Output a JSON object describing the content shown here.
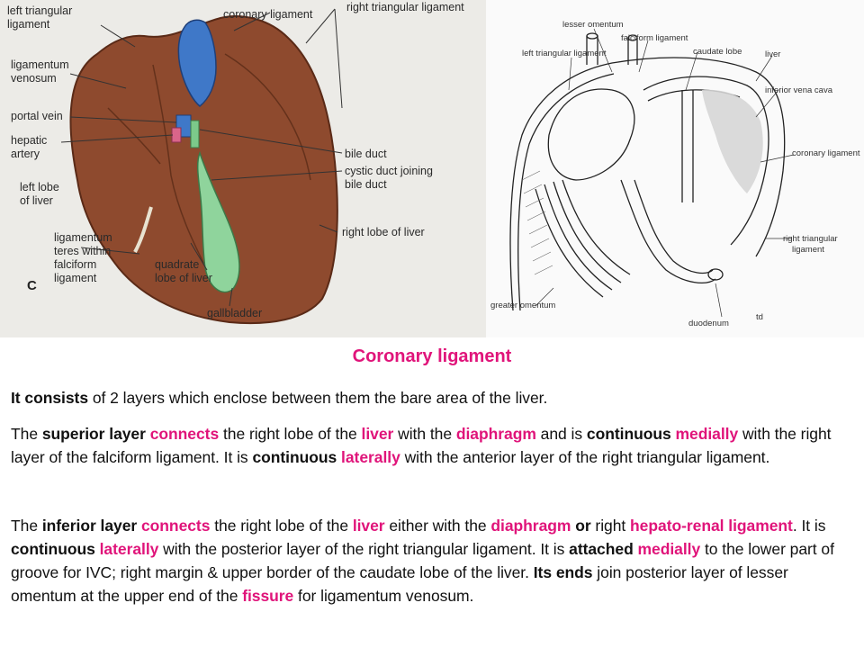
{
  "left_figure": {
    "letter": "C",
    "labels": {
      "left_triangular_ligament_1": "left triangular",
      "left_triangular_ligament_2": "ligament",
      "coronary_ligament": "coronary ligament",
      "right_triangular_ligament": "right triangular ligament",
      "ligamentum_venosum_1": "ligamentum",
      "ligamentum_venosum_2": "venosum",
      "portal_vein": "portal vein",
      "hepatic_artery_1": "hepatic",
      "hepatic_artery_2": "artery",
      "bile_duct": "bile duct",
      "cystic_duct_1": "cystic duct joining",
      "cystic_duct_2": "bile duct",
      "left_lobe_1": "left lobe",
      "left_lobe_2": "of liver",
      "right_lobe": "right lobe of liver",
      "lig_teres_1": "ligamentum",
      "lig_teres_2": "teres within",
      "lig_teres_3": "falciform",
      "lig_teres_4": "ligament",
      "quadrate_lobe_1": "quadrate",
      "quadrate_lobe_2": "lobe of liver",
      "gallbladder": "gallbladder"
    }
  },
  "right_figure": {
    "signature": "td",
    "labels": {
      "lesser_omentum": "lesser omentum",
      "falciform_ligament": "falciform ligament",
      "left_triangular_ligament": "left triangular ligament",
      "caudate_lobe": "caudate lobe",
      "liver": "liver",
      "inferior_vena_cava": "inferior vena cava",
      "coronary_ligament": "coronary ligament",
      "right_triangular_1": "right triangular",
      "right_triangular_2": "ligament",
      "greater_omentum": "greater omentum",
      "duodenum": "duodenum"
    }
  },
  "heading": "Coronary ligament",
  "para1": {
    "s1": "It consists",
    "s2": " of 2 layers which enclose between them the bare area of the liver."
  },
  "para2": {
    "s1": "The ",
    "s2": "superior layer",
    "s3": " ",
    "s4": "connects",
    "s5": " the right lobe of the ",
    "s6": "liver",
    "s7": " with the ",
    "s8": "diaphragm",
    "s9": " and is ",
    "s10": "continuous",
    "s11": " ",
    "s12": "medially",
    "s13": " with the right layer of the falciform ligament. It is ",
    "s14": "continuous",
    "s15": " ",
    "s16": "laterally",
    "s17": " with the anterior layer of the right triangular ligament."
  },
  "para3": {
    "s1": "The ",
    "s2": "inferior layer",
    "s3": " ",
    "s4": "connects",
    "s5": " the right lobe of the ",
    "s6": "liver",
    "s7": " either with the ",
    "s8": "diaphragm",
    "s9": " ",
    "s10": "or",
    "s11": " right ",
    "s12": "hepato-renal ligament",
    "s13": ". It is ",
    "s14": "continuous",
    "s15": " ",
    "s16": "laterally",
    "s17": " with the posterior layer of the right triangular ligament. It is ",
    "s18": "attached",
    "s19": " ",
    "s20": "medially",
    "s21": " to the lower part of groove for IVC; right margin & upper border of the caudate lobe of the liver. ",
    "s22": "Its ends",
    "s23": " join posterior layer of lesser omentum at the upper end of the ",
    "s24": "fissure",
    "s25": " for ligamentum venosum."
  }
}
